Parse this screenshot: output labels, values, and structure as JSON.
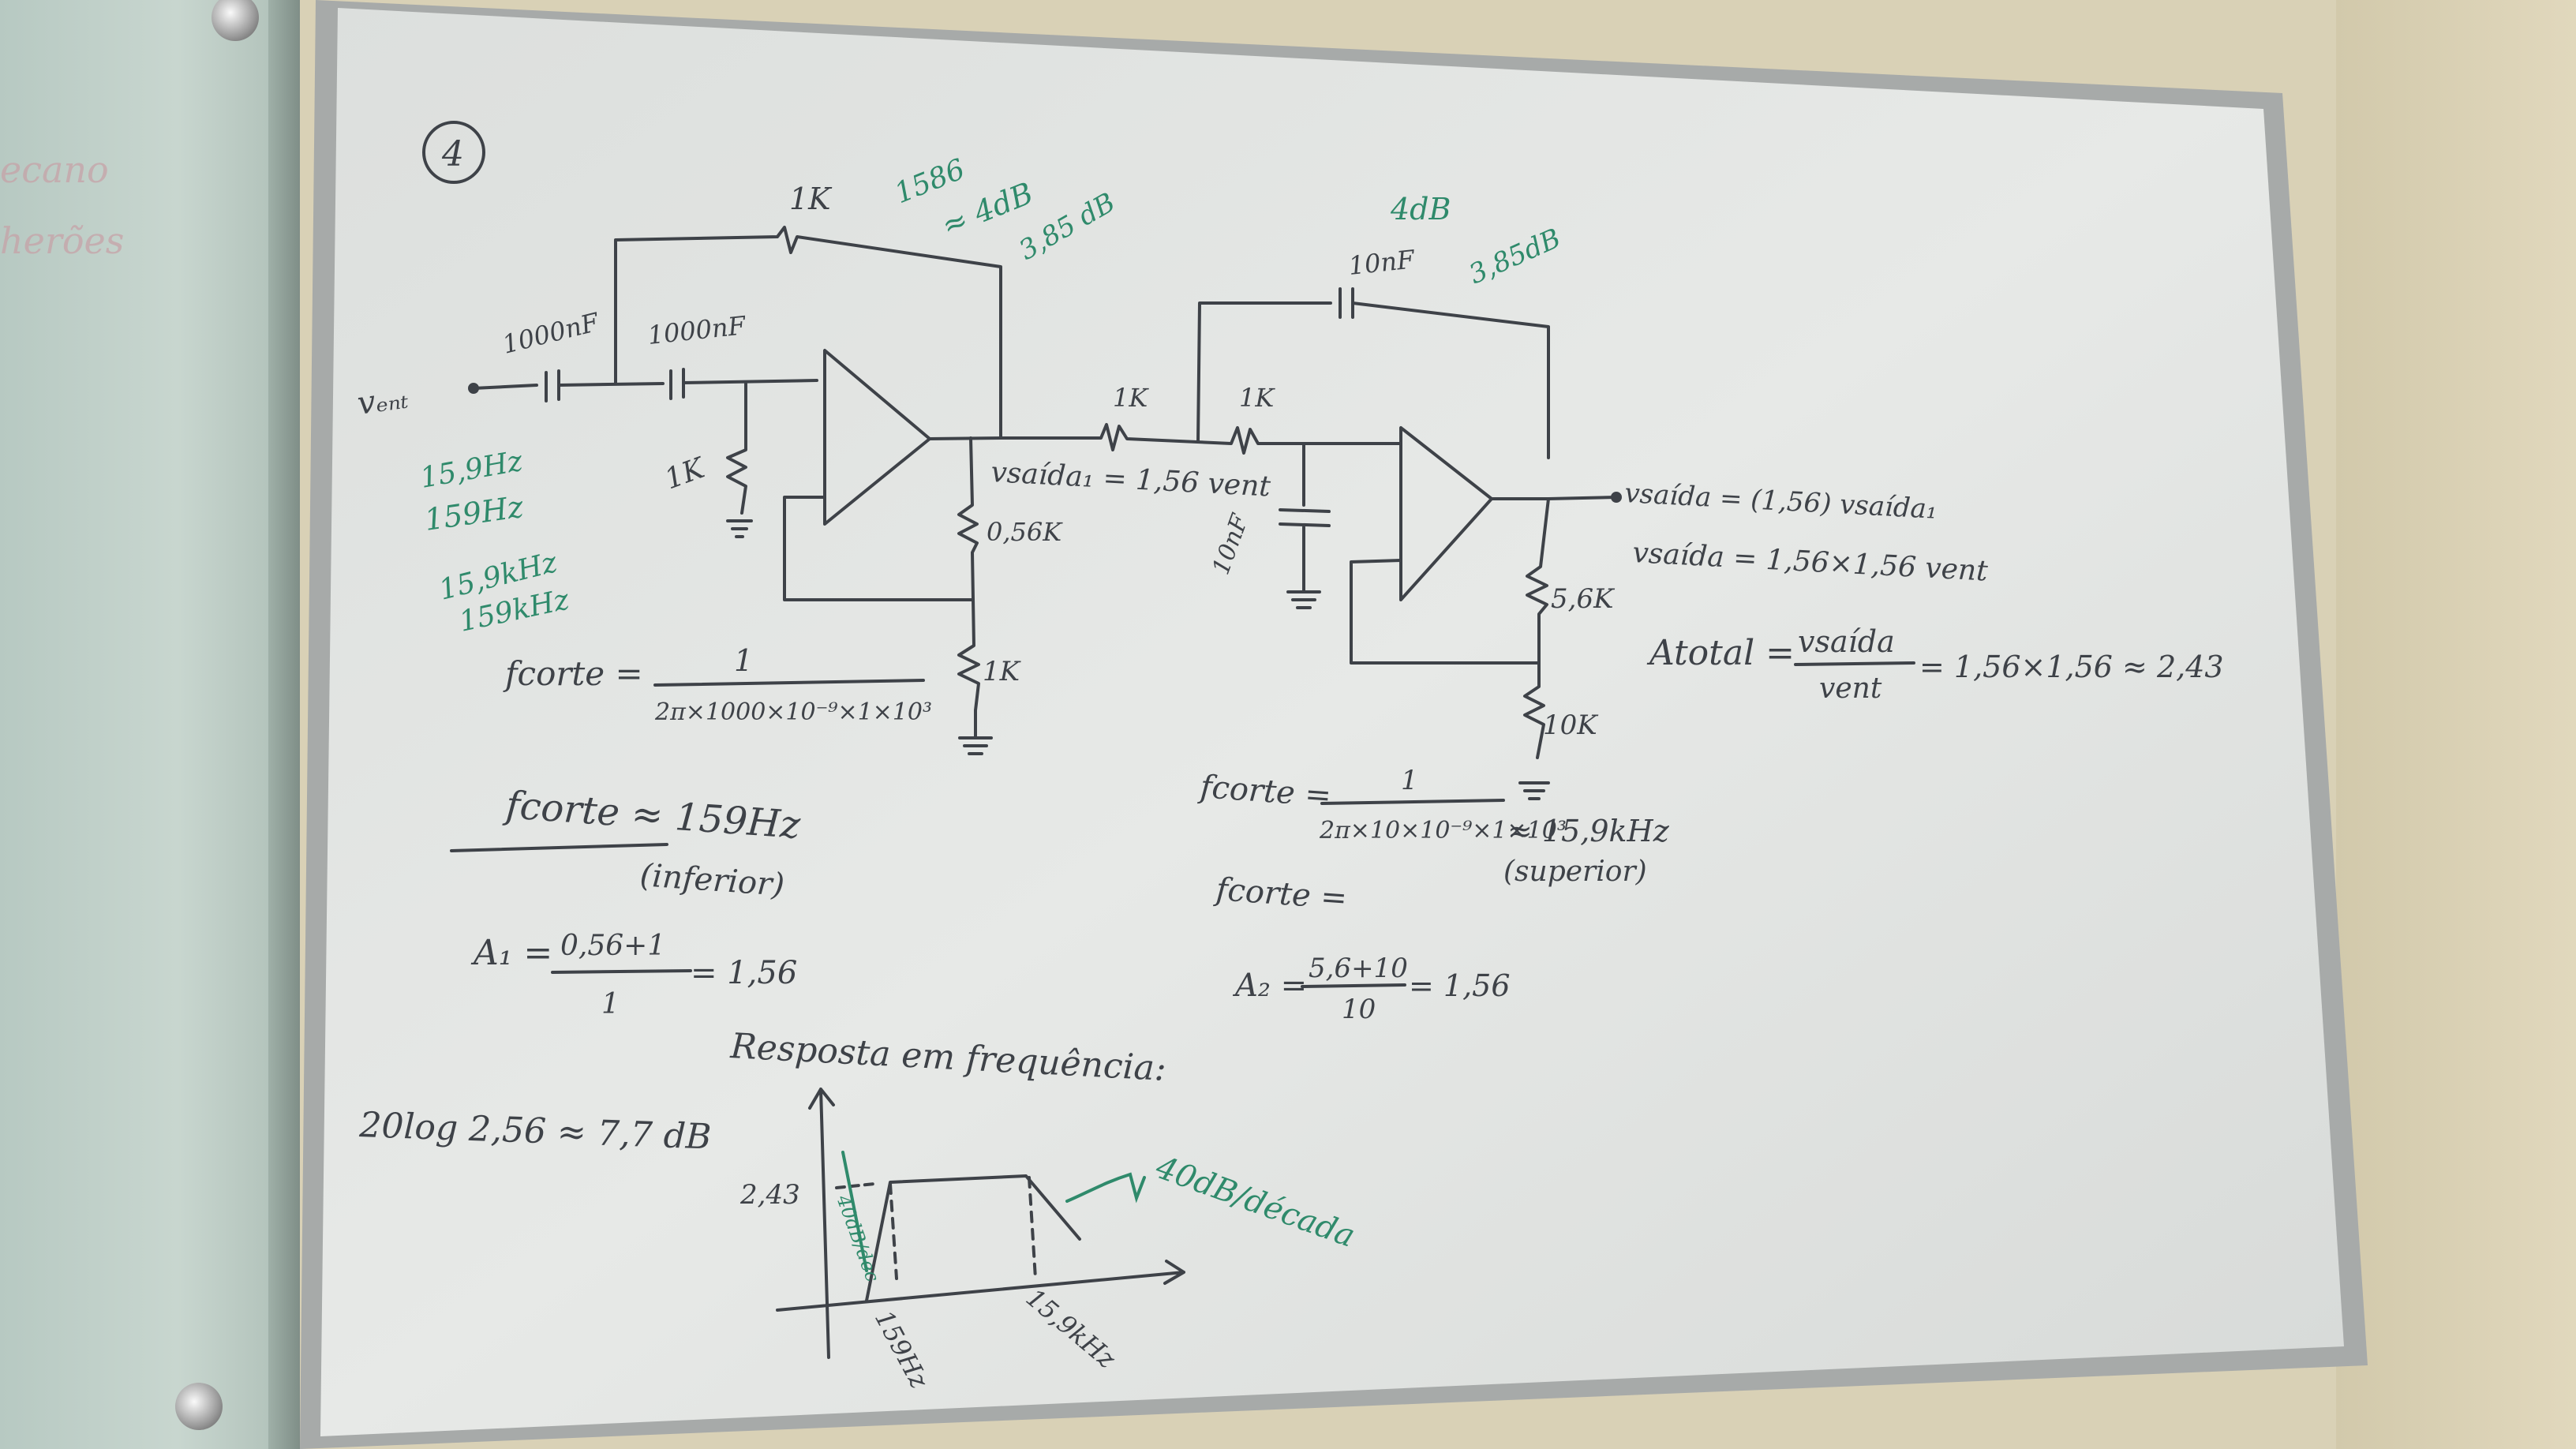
{
  "colors": {
    "ink": "#3e4248",
    "green": "#2f8a6b",
    "board": "#e4e6e4",
    "frame": "#a7aaa9"
  },
  "problem_number": "4",
  "stage1": {
    "input_label": "vₑₙₜ",
    "cap1": "1000nF",
    "cap2": "1000nF",
    "res_feedback": "1K",
    "res_to_ground": "1K",
    "res_out_top": "0,56K",
    "res_out_bottom": "1K",
    "output_label": "vsaída₁ = 1,56 vent"
  },
  "stage2": {
    "res1": "1K",
    "res2": "1K",
    "cap_ground": "10nF",
    "cap_feedback": "10nF",
    "res_out_top": "5,6K",
    "res_out_bottom": "10K",
    "output_line1": "vsaída = (1,56) vsaída₁",
    "output_line2": "vsaída = 1,56×1,56 vent"
  },
  "green_notes": {
    "stage1_db": [
      "1586",
      "≈ 4dB",
      "3,85 dB"
    ],
    "stage2_db": [
      "4dB",
      "3,85dB"
    ],
    "freqs": [
      "15,9Hz",
      "159Hz",
      "15,9kHz",
      "159kHz"
    ],
    "slope": "40dB/década",
    "slope_left": "40dB/dec"
  },
  "formulas": {
    "fcorte1_lhs": "fcorte =",
    "fcorte1_num": "1",
    "fcorte1_den": "2π×1000×10⁻⁹×1×10³",
    "fcorte1_result": "fcorte ≈ 159Hz",
    "fcorte1_note": "(inferior)",
    "a1_lhs": "A₁ =",
    "a1_num": "0,56+1",
    "a1_den": "1",
    "a1_result": "= 1,56",
    "fcorte2_lhs": "fcorte =",
    "fcorte2_num": "1",
    "fcorte2_den": "2π×10×10⁻⁹×1×10³",
    "fcorte2_result": "≈ 15,9kHz",
    "fcorte2_note": "(superior)",
    "fcorte3": "fcorte =",
    "a2_lhs": "A₂ =",
    "a2_num": "5,6+10",
    "a2_den": "10",
    "a2_result": "= 1,56",
    "atotal_lhs": "Atotal =",
    "atotal_num": "vsaída",
    "atotal_den": "vent",
    "atotal_result": "= 1,56×1,56 ≈ 2,43",
    "db_calc": "20log 2,56 ≈ 7,7 dB"
  },
  "freq_response": {
    "title": "Resposta em frequência:",
    "gain_label": "2,43",
    "f_low": "159Hz",
    "f_high": "15,9kHz"
  },
  "glass_scribbles": [
    "ecano",
    "herões"
  ]
}
